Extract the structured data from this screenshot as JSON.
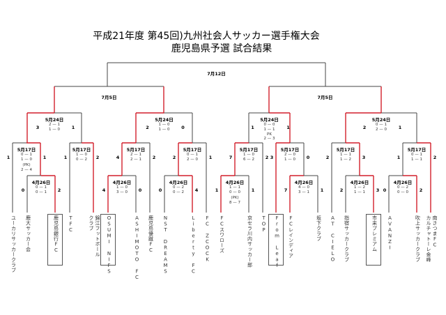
{
  "title": {
    "line1": "平成21年度  第45回)九州社会人サッカー選手権大会",
    "line2": "鹿児島県予選  試合結果"
  },
  "colors": {
    "line": "#444444",
    "winner_path": "#d21f2b"
  },
  "teams": [
    {
      "id": "t1",
      "name": "ユーカリサッカークラブ"
    },
    {
      "id": "t2",
      "name": "鹿大サッカー会"
    },
    {
      "id": "t3",
      "name": "鹿児島銀行FC",
      "highlighted": true
    },
    {
      "id": "t4",
      "name": "TFC"
    },
    {
      "id": "t5",
      "name": "錦江フットボール\nクラブ"
    },
    {
      "id": "t6",
      "name": "OSUMI NIFS",
      "highlighted": true
    },
    {
      "id": "t7",
      "name": "ASHIMOTO FC"
    },
    {
      "id": "t8",
      "name": "鹿児島優蹴FC"
    },
    {
      "id": "t9",
      "name": "NST DREAMS"
    },
    {
      "id": "t10",
      "name": "Liberty FC"
    },
    {
      "id": "t11",
      "name": "FC ZCOCK"
    },
    {
      "id": "t12",
      "name": "FCスワローズ"
    },
    {
      "id": "t13",
      "name": "京セラ川内サッカー部"
    },
    {
      "id": "t14",
      "name": "TOP"
    },
    {
      "id": "t15",
      "name": "From Leaf",
      "highlighted": true
    },
    {
      "id": "t16",
      "name": "FCレインディア"
    },
    {
      "id": "t17",
      "name": "坂下クラブ"
    },
    {
      "id": "t18",
      "name": "AT CIELO"
    },
    {
      "id": "t19",
      "name": "指宿サッカークラブ"
    },
    {
      "id": "t20",
      "name": "市来プレミアム",
      "highlighted": true
    },
    {
      "id": "t21",
      "name": "AVANZI"
    },
    {
      "id": "t22",
      "name": "吹上サッカークラブ"
    },
    {
      "id": "t23",
      "name": "南さつまFC\nカルチャトーレ金峰"
    }
  ],
  "matches": {
    "final": {
      "date": "7月12日"
    },
    "sf1": {
      "date": "7月5日",
      "advance_both": true
    },
    "sf2": {
      "date": "7月5日",
      "advance_both": true
    },
    "g1": {
      "date": "5月24日",
      "left": "3",
      "right": "1",
      "halves": [
        "2 — 1",
        "1 — 0"
      ],
      "winner": "left"
    },
    "g1a": {
      "date": "5月17日",
      "left": "1",
      "right": "1",
      "halves": [
        "0 — 1",
        "1 — 0"
      ],
      "pk_label": "(PK)",
      "pk": "2 — 4",
      "winner": "right"
    },
    "g1a0": {
      "date": "4月26日",
      "left": "0",
      "right": "2",
      "halves": [
        "0 — 1",
        "0 — 1"
      ],
      "winner": "right"
    },
    "g1b": {
      "date": "5月17日",
      "left": "1",
      "right": "2",
      "halves": [
        "1 — 0",
        "0 — 2"
      ],
      "winner": "right"
    },
    "g2": {
      "date": "5月24日",
      "left": "2",
      "right": "0",
      "halves": [
        "1 — 0",
        "1 — 0"
      ],
      "winner": "left"
    },
    "g2a": {
      "date": "5月17日",
      "left": "4",
      "right": "2",
      "halves": [
        "2 — 1",
        "2 — 1"
      ],
      "winner": "left"
    },
    "g2a0": {
      "date": "4月26日",
      "left": "4",
      "right": "0",
      "halves": [
        "1 — 0",
        "3 — 0"
      ],
      "winner": "left"
    },
    "g2b": {
      "date": "5月17日",
      "left": "2",
      "right": "1",
      "halves": [
        "0 — 1",
        "2 — 0"
      ],
      "winner": "left"
    },
    "g2b0": {
      "date": "4月26日",
      "left": "0",
      "right": "4",
      "halves": [
        "0 — 2",
        "0 — 2"
      ],
      "winner": "right"
    },
    "g3": {
      "date": "5月24日",
      "left": "1",
      "right": "1",
      "halves": [
        "0 — 0",
        "1 — 1"
      ],
      "pk_label": "PK",
      "pk": "2 — 3",
      "winner": "right"
    },
    "g3a": {
      "date": "5月17日",
      "left": "7",
      "right": "2",
      "halves": [
        "1 — 0",
        "6 — 2"
      ],
      "winner": "left"
    },
    "g3a0": {
      "date": "4月26日",
      "left": "1",
      "right": "1",
      "halves": [
        "1 — 1",
        "0 — 0"
      ],
      "pk_label": "(PK)",
      "pk": "8 — 7",
      "winner": "left"
    },
    "g3b": {
      "date": "5月17日",
      "left": "3",
      "right": "0",
      "halves": [
        "2 — 0",
        "1 — 0"
      ],
      "winner": "left"
    },
    "g3b0": {
      "date": "4月26日",
      "left": "7",
      "right": "1",
      "halves": [
        "4 — 0",
        "3 — 1"
      ],
      "winner": "left"
    },
    "g4": {
      "date": "5月24日",
      "left": "2",
      "right": "1",
      "halves": [
        "0 — 1",
        "2 — 0"
      ],
      "winner": "left"
    },
    "g4a": {
      "date": "5月17日",
      "left": "2",
      "right": "3",
      "halves": [
        "1 — 1",
        "1 — 2"
      ],
      "winner": "right"
    },
    "g4a0": {
      "date": "4月26日",
      "left": "2",
      "right": "3",
      "halves": [
        "1 — 2",
        "1 — 1"
      ],
      "winner": "right"
    },
    "g4b": {
      "date": "5月17日",
      "left": "1",
      "right": "2",
      "halves": [
        "0 — 1",
        "1 — 1"
      ],
      "winner": "right"
    },
    "g4b0": {
      "date": "4月26日",
      "left": "0",
      "right": "2",
      "halves": [
        "0 — 2",
        "0 — 0"
      ],
      "winner": "right"
    }
  }
}
